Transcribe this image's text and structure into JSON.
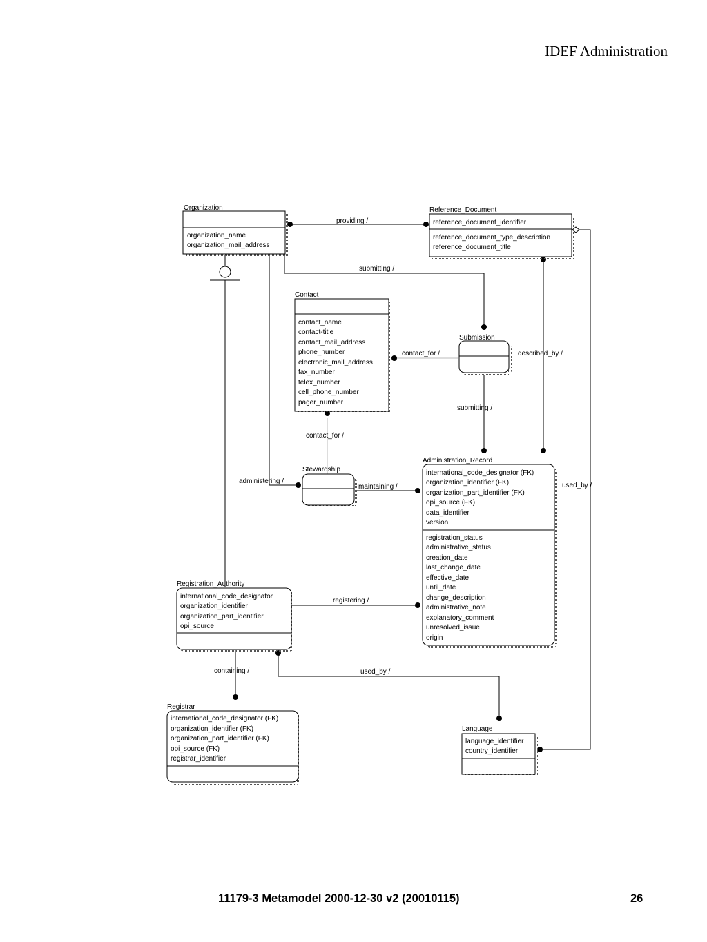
{
  "header": {
    "title": "IDEF Administration"
  },
  "footer": {
    "document": "11179-3 Metamodel 2000-12-30 v2 (20010115)",
    "page": "26"
  },
  "entities": [
    {
      "id": "organization",
      "name": "Organization",
      "keys": [],
      "attributes": [
        "organization_name",
        "organization_mail_address"
      ]
    },
    {
      "id": "reference-document",
      "name": "Reference_Document",
      "keys": [
        "reference_document_identifier"
      ],
      "attributes": [
        "reference_document_type_description",
        "reference_document_title"
      ]
    },
    {
      "id": "contact",
      "name": "Contact",
      "keys": [],
      "attributes": [
        "contact_name",
        "contact-title",
        "contact_mail_address",
        "phone_number",
        "electronic_mail_address",
        "fax_number",
        "telex_number",
        "cell_phone_number",
        "pager_number"
      ]
    },
    {
      "id": "submission",
      "name": "Submission",
      "keys": [],
      "attributes": []
    },
    {
      "id": "stewardship",
      "name": "Stewardship",
      "keys": [],
      "attributes": []
    },
    {
      "id": "administration-record",
      "name": "Administration_Record",
      "keys": [
        "international_code_designator (FK)",
        "organization_identifier (FK)",
        "organization_part_identifier (FK)",
        "opi_source (FK)",
        "data_identifier",
        "version"
      ],
      "attributes": [
        "registration_status",
        "administrative_status",
        "creation_date",
        "last_change_date",
        "effective_date",
        "until_date",
        "change_description",
        "administrative_note",
        "explanatory_comment",
        "unresolved_issue",
        "origin"
      ]
    },
    {
      "id": "registration-authority",
      "name": "Registration_Authority",
      "keys": [
        "international_code_designator",
        "organization_identifier",
        "organization_part_identifier",
        "opi_source"
      ],
      "attributes": []
    },
    {
      "id": "registrar",
      "name": "Registrar",
      "keys": [
        "international_code_designator (FK)",
        "organization_identifier (FK)",
        "organization_part_identifier (FK)",
        "opi_source (FK)",
        "registrar_identifier"
      ],
      "attributes": []
    },
    {
      "id": "language",
      "name": "Language",
      "keys": [
        "language_identifier",
        "country_identifier"
      ],
      "attributes": []
    }
  ],
  "relationships": [
    {
      "id": "providing",
      "label": "providing /"
    },
    {
      "id": "submitting-1",
      "label": "submitting /"
    },
    {
      "id": "contact-for-1",
      "label": "contact_for /"
    },
    {
      "id": "described-by",
      "label": "described_by /"
    },
    {
      "id": "submitting-2",
      "label": "submitting /"
    },
    {
      "id": "contact-for-2",
      "label": "contact_for /"
    },
    {
      "id": "administering",
      "label": "administering /"
    },
    {
      "id": "maintaining",
      "label": "maintaining /"
    },
    {
      "id": "used-by-1",
      "label": "used_by /"
    },
    {
      "id": "registering",
      "label": "registering /"
    },
    {
      "id": "containing",
      "label": "containing /"
    },
    {
      "id": "used-by-2",
      "label": "used_by /"
    }
  ]
}
